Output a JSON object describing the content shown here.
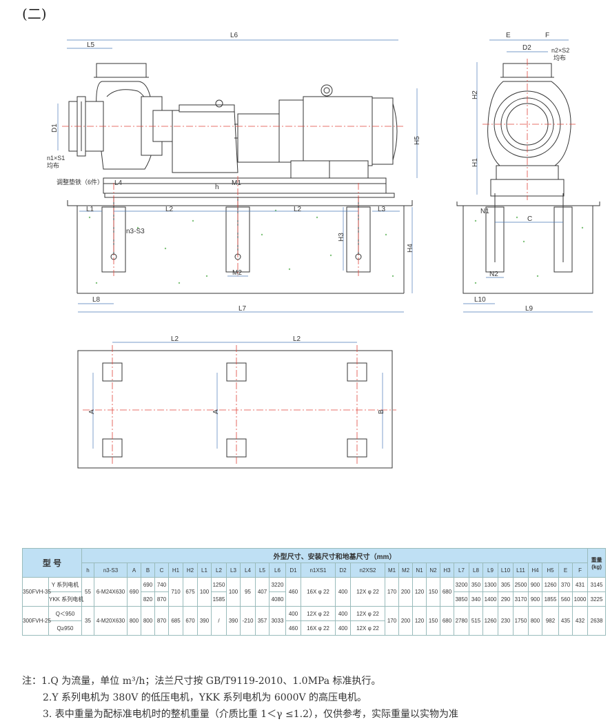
{
  "section_label": "(二)",
  "drawing": {
    "dims_main": [
      "L6",
      "L5",
      "D1",
      "n1×S1",
      "均布",
      "调整垫铁（6件）",
      "L4",
      "h",
      "M1",
      "H5",
      "L1",
      "L2",
      "L2",
      "L3",
      "n3-S3",
      "H3",
      "H4",
      "M2",
      "L8",
      "L7"
    ],
    "dims_side": [
      "E",
      "F",
      "D2",
      "n2×S2",
      "均布",
      "H2",
      "H1",
      "N1",
      "C",
      "N2",
      "L10",
      "L9"
    ],
    "dims_plan": [
      "L2",
      "L2",
      "A",
      "A",
      "B"
    ]
  },
  "table": {
    "model_header": "型  号",
    "group_header": "外型尺寸、安装尺寸和地基尺寸（mm）",
    "weight_header": "重量\n(kg)",
    "columns": [
      "h",
      "n3-S3",
      "A",
      "B",
      "C",
      "H1",
      "H2",
      "L1",
      "L2",
      "L3",
      "L4",
      "L5",
      "L6",
      "D1",
      "n1XS1",
      "D2",
      "n2XS2",
      "M1",
      "M2",
      "N1",
      "N2",
      "H3",
      "L7",
      "L8",
      "L9",
      "L10",
      "L11",
      "H4",
      "H5",
      "E",
      "F"
    ],
    "row1": {
      "model": "350FVH-35",
      "sub1": "Y 系列电机",
      "sub2": "YKK 系列电机",
      "h": "55",
      "n3S3": "6-M24X630",
      "A": "690",
      "B_top": "690",
      "C_top": "740",
      "B_bot": "820",
      "C_bot": "870",
      "H1": "710",
      "H2": "675",
      "L1": "100",
      "L2_top": "1250",
      "L2_bot": "1585",
      "L3": "100",
      "L4": "95",
      "L5": "407",
      "L6_top": "3220",
      "L6_bot": "4080",
      "D1": "460",
      "n1S1": "16X φ 22",
      "D2": "400",
      "n2S2": "12X φ 22",
      "M1": "170",
      "M2": "200",
      "N1": "120",
      "N2": "150",
      "H3": "680",
      "top": {
        "L7": "3200",
        "L8": "350",
        "L9": "1300",
        "L10": "305",
        "L11": "2500",
        "H4": "900",
        "H5": "1260",
        "E": "370",
        "F": "431",
        "W": "3145"
      },
      "bot": {
        "L7": "3850",
        "L8": "340",
        "L9": "1400",
        "L10": "290",
        "L11": "3170",
        "H4": "900",
        "H5": "1855",
        "E": "560",
        "F": "1000",
        "W": "3225"
      }
    },
    "row2": {
      "model": "300FVH-25",
      "sub1": "Q＜950",
      "sub2": "Q≥950",
      "h": "35",
      "n3S3": "4-M20X630",
      "A": "800",
      "B": "800",
      "C": "870",
      "H1": "685",
      "H2": "670",
      "L1": "390",
      "L2": "/",
      "L3": "390",
      "L4": "-210",
      "L5": "357",
      "L6": "3033",
      "D1_top": "400",
      "n1S1_top": "12X φ 22",
      "D2_top": "400",
      "n2S2_top": "12X φ 22",
      "D1_bot": "460",
      "n1S1_bot": "16X φ 22",
      "D2_bot": "400",
      "n2S2_bot": "12X φ 22",
      "M1": "170",
      "M2": "200",
      "N1": "120",
      "N2": "150",
      "H3": "680",
      "L7": "2780",
      "L8": "515",
      "L9": "1260",
      "L10": "230",
      "L11": "1750",
      "H4": "800",
      "H5": "982",
      "E": "435",
      "F": "432",
      "W": "2638"
    }
  },
  "notes": [
    "注：1.Q 为流量，单位 m³/h；法兰尺寸按 GB/T9119-2010、1.0MPa 标准执行。",
    "2.Y 系列电机为 380V 的低压电机，YKK 系列电机为 6000V 的高压电机。",
    "3. 表中重量为配标准电机时的整机重量（介质比重 1＜γ ≤1.2），仅供参考，实际重量以实物为准"
  ]
}
